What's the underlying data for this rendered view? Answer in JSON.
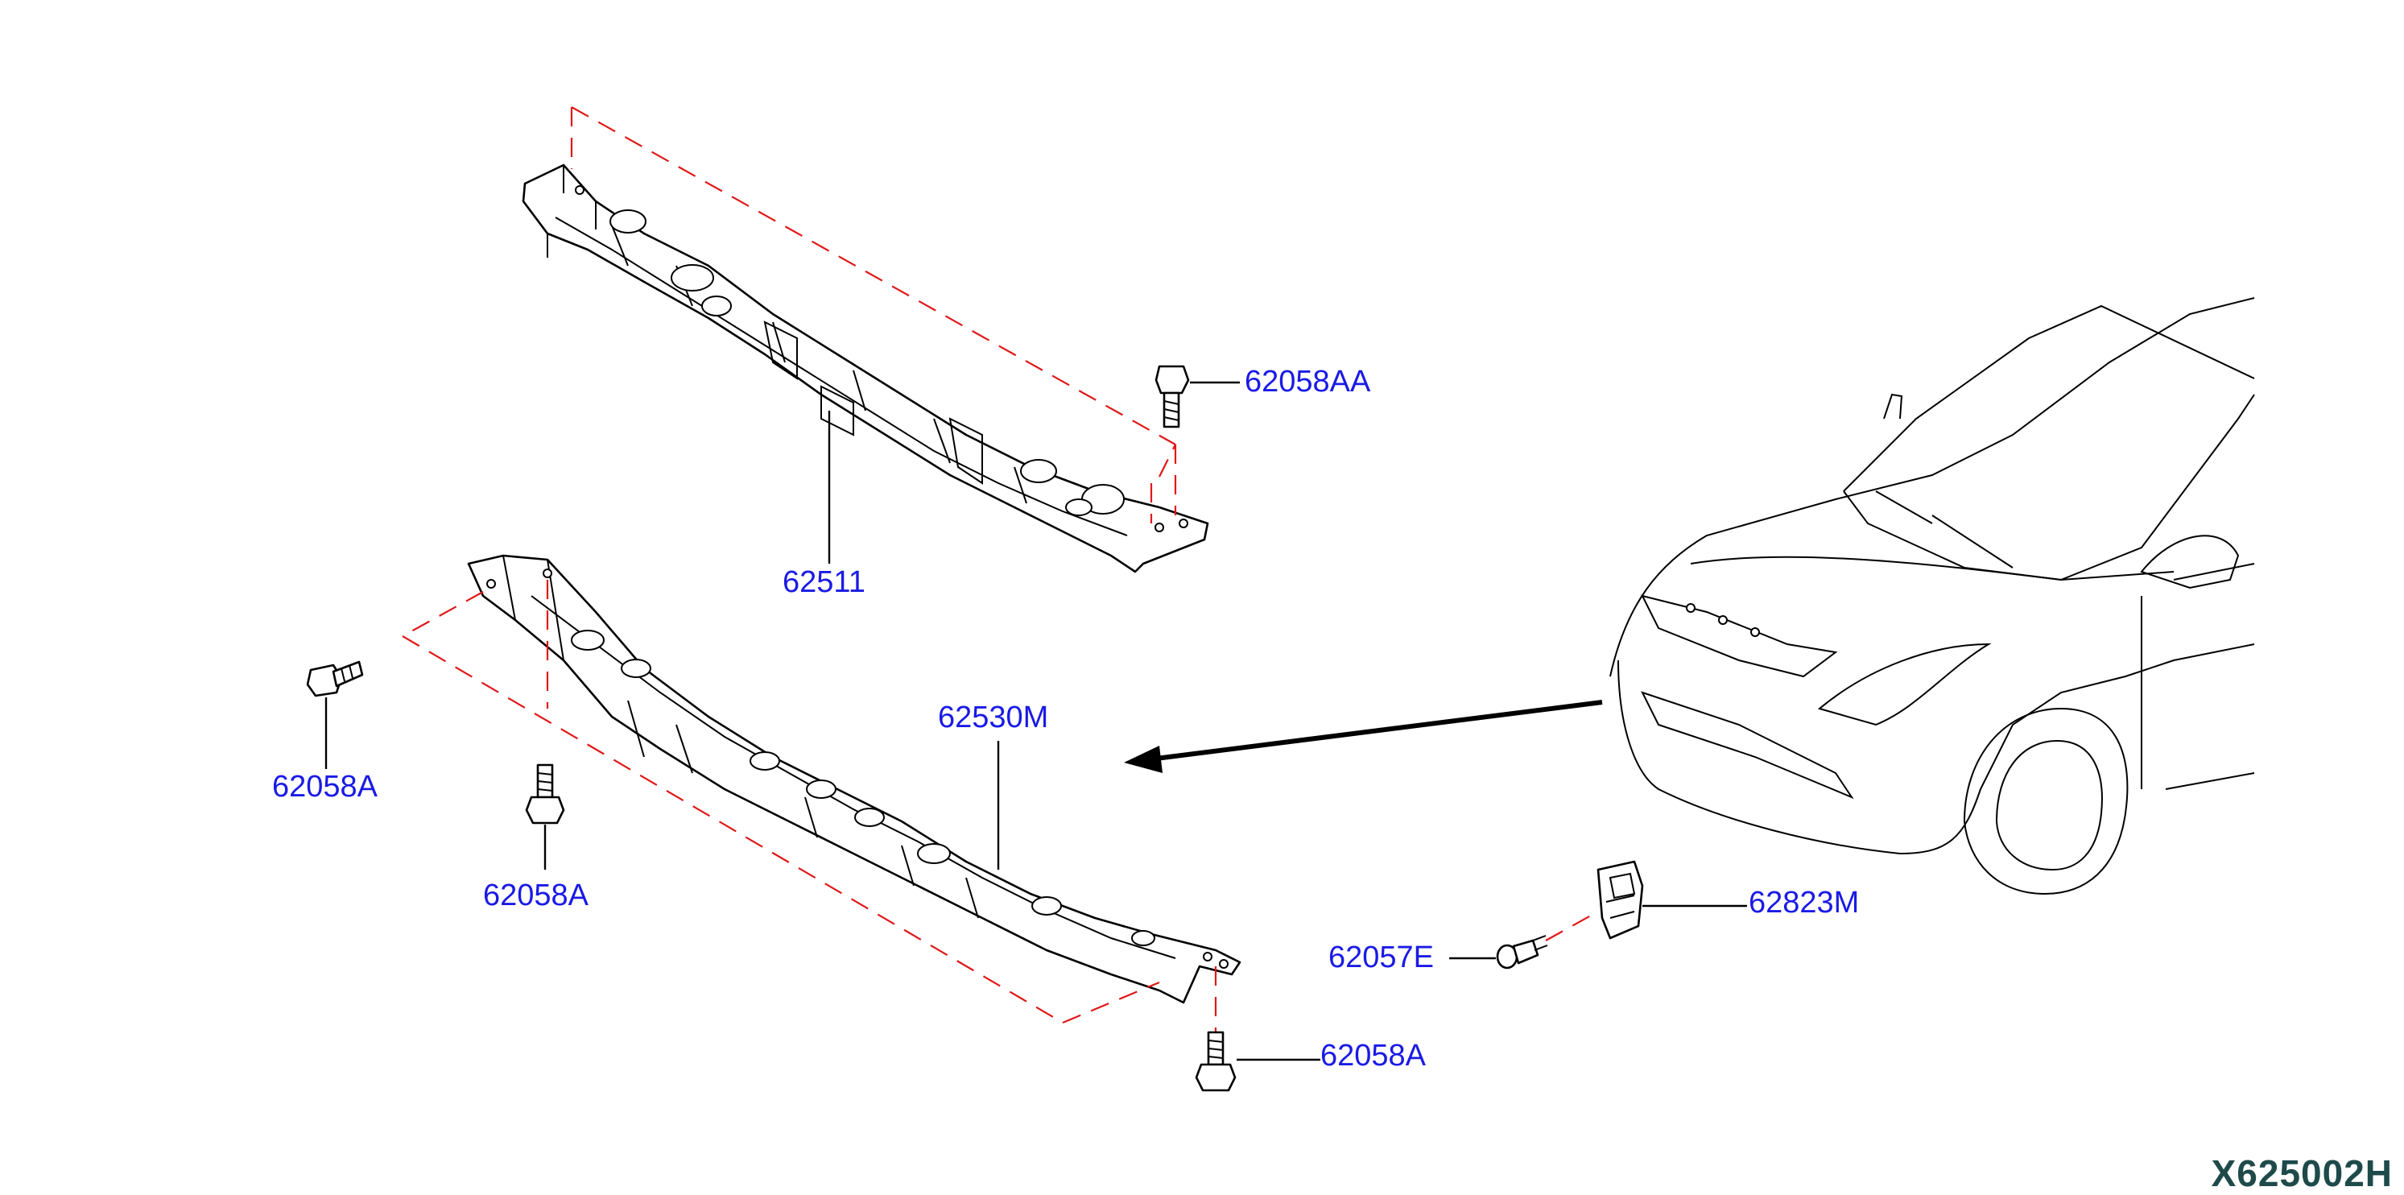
{
  "labels": {
    "upper_support": "62511",
    "upper_bolt": "62058AA",
    "lower_support": "62530M",
    "lower_bolt_left": "62058A",
    "lower_bolt_center": "62058A",
    "lower_bolt_right": "62058A",
    "bracket": "62823M",
    "clip": "62057E"
  },
  "diagram_code": "X625002H",
  "colors": {
    "label_text": "#1a1ae6",
    "dash_lines": "#e01818",
    "line_art": "#000000",
    "code_text": "#1e4a4a"
  }
}
